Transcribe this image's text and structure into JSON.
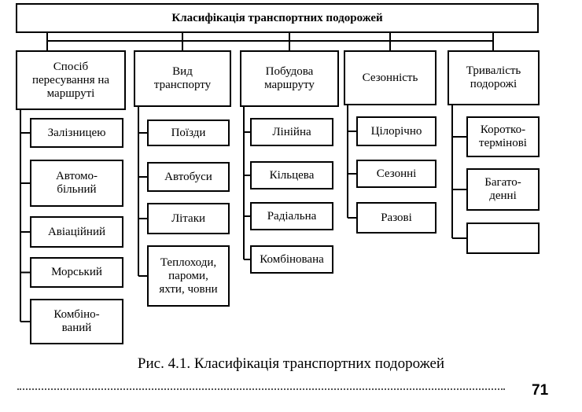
{
  "diagram": {
    "title": "Класифікація транспортних подорожей",
    "categories": [
      {
        "label": "Спосіб\nпересування на\nмаршруті",
        "items": [
          "Залізницею",
          "Автомо-\nбільний",
          "Авіаційний",
          "Морський",
          "Комбіно-\nваний"
        ]
      },
      {
        "label": "Вид\nтранспорту",
        "items": [
          "Поїзди",
          "Автобуси",
          "Літаки",
          "Теплоходи,\nпароми,\nяхти, човни"
        ]
      },
      {
        "label": "Побудова\nмаршруту",
        "items": [
          "Лінійна",
          "Кільцева",
          "Радіальна",
          "Комбінована"
        ]
      },
      {
        "label": "Сезонність",
        "items": [
          "Цілорічно",
          "Сезонні",
          "Разові"
        ]
      },
      {
        "label": "Тривалість\nподорожі",
        "items": [
          "Коротко-\nтермінові",
          "Багато-\nденні",
          ""
        ]
      }
    ]
  },
  "caption": "Рис. 4.1. Класифікація транспортних подорожей",
  "page_number": "71"
}
